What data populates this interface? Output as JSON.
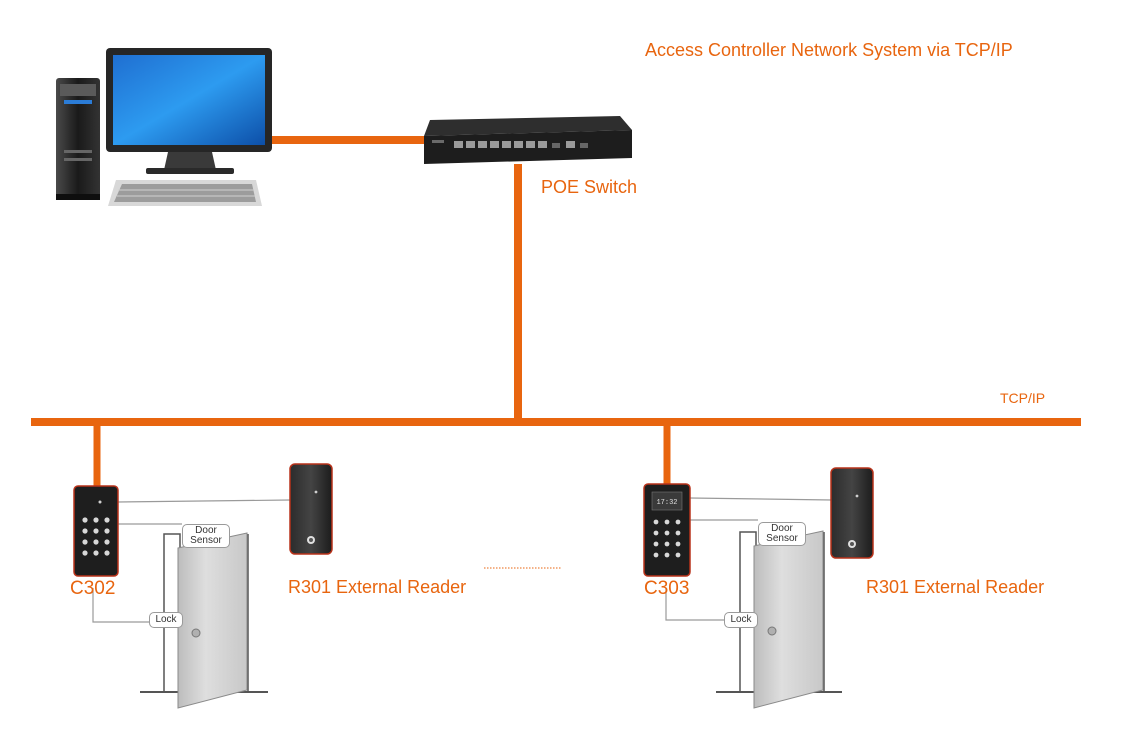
{
  "title": "Access Controller Network  System via TCP/IP",
  "switch": {
    "label": "POE Switch"
  },
  "network": {
    "label": "TCP/IP"
  },
  "units": [
    {
      "controller_label": "C302",
      "reader_label": "R301 External Reader",
      "door_sensor_line1": "Door",
      "door_sensor_line2": "Sensor",
      "lock_label": "Lock"
    },
    {
      "controller_label": "C303",
      "reader_label": "R301 External Reader",
      "door_sensor_line1": "Door",
      "door_sensor_line2": "Sensor",
      "lock_label": "Lock",
      "screen_text": "17:32"
    }
  ],
  "colors": {
    "accent": "#e8650f",
    "device_body": "#1e1e1e",
    "device_trim": "#b8321a",
    "door": "#d4d4d4",
    "wire": "#9a9a9a"
  }
}
